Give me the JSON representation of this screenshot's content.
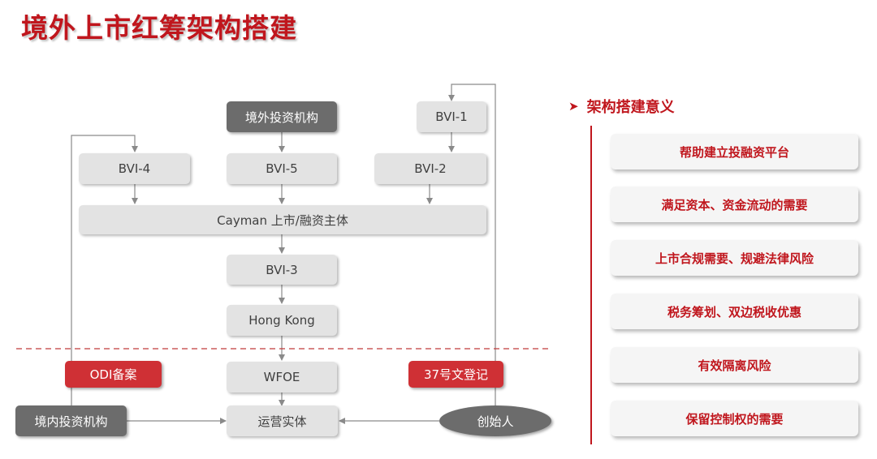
{
  "title": "境外上市红筹架构搭建",
  "diagram": {
    "offshore_investor": "境外投资机构",
    "bvi1": "BVI-1",
    "bvi4": "BVI-4",
    "bvi5": "BVI-5",
    "bvi2": "BVI-2",
    "cayman": "Cayman  上市/融资主体",
    "bvi3": "BVI-3",
    "hongkong": "Hong Kong",
    "wfoe": "WFOE",
    "odi": "ODI备案",
    "reg37": "37号文登记",
    "domestic_investor": "境内投资机构",
    "operating_entity": "运营实体",
    "founder": "创始人"
  },
  "significance": {
    "heading": "架构搭建意义",
    "items": [
      "帮助建立投融资平台",
      "满足资本、资金流动的需要",
      "上市合规需要、规避法律风险",
      "税务筹划、双边税收优惠",
      "有效隔离风险",
      "保留控制权的需要"
    ]
  },
  "colors": {
    "accent_red": "#c0161d",
    "box_grey": "#e3e3e3",
    "box_dark": "#6c6c6c",
    "badge_red": "#cf3035"
  }
}
